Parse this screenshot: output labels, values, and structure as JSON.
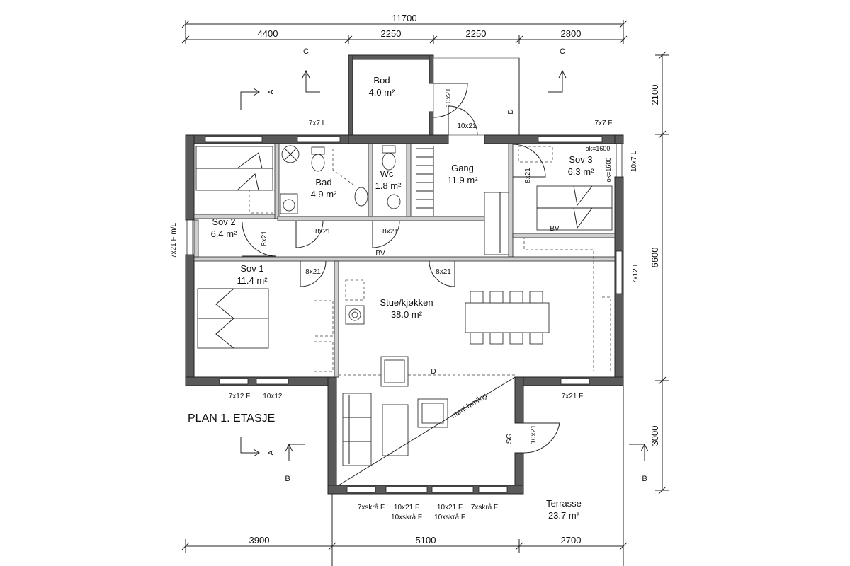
{
  "title": "PLAN 1. ETASJE",
  "dimensions": {
    "top_total": "11700",
    "top": [
      "4400",
      "2250",
      "2250",
      "2800"
    ],
    "bottom": [
      "3900",
      "5100",
      "2700"
    ],
    "right": [
      "2100",
      "6600",
      "3000"
    ]
  },
  "rooms": [
    {
      "name": "Bod",
      "area": "4.0 m²"
    },
    {
      "name": "Bad",
      "area": "4.9 m²"
    },
    {
      "name": "Wc",
      "area": "1.8 m²"
    },
    {
      "name": "Gang",
      "area": "11.9 m²"
    },
    {
      "name": "Sov 3",
      "area": "6.3 m²"
    },
    {
      "name": "Sov 2",
      "area": "6.4 m²"
    },
    {
      "name": "Sov 1",
      "area": "11.4 m²"
    },
    {
      "name": "Stue/kjøkken",
      "area": "38.0 m²"
    },
    {
      "name": "Terrasse",
      "area": "23.7 m²"
    }
  ],
  "labels": {
    "bod_door": "10x21",
    "d_bod": "D",
    "entry_door": "10x21",
    "win_7x7_l": "7x7 L",
    "win_7x7_f": "7x7 F",
    "ok1": "ok=1600",
    "ok2": "ok=1600",
    "win_10x7_l": "10x7 L",
    "sov3_door": "8x21",
    "bv1": "BV",
    "bv2": "BV",
    "bad_door": "8x21",
    "wc_door": "8x21",
    "sov2_door": "8x21",
    "win_7x21_fml": "7x21 F m/L",
    "sov1_door": "8x21",
    "stue_door": "8x21",
    "win_7x12_l": "7x12 L",
    "win_7x12_f": "7x12 F",
    "win_10x12_l": "10x12 L",
    "win_7x21_f": "7x21 F",
    "d_stue": "D",
    "mont_himling": "mønt himling",
    "sg": "SG",
    "terr_door": "10x21",
    "bw1": "7xskrå F",
    "bw2a": "10x21 F",
    "bw2b": "10xskrå F",
    "bw3a": "10x21 F",
    "bw3b": "10xskrå F",
    "bw4": "7xskrå F"
  },
  "sections": {
    "c1": "C",
    "c2": "C",
    "a1": "A",
    "a2": "A",
    "b1": "B",
    "b2": "B"
  }
}
